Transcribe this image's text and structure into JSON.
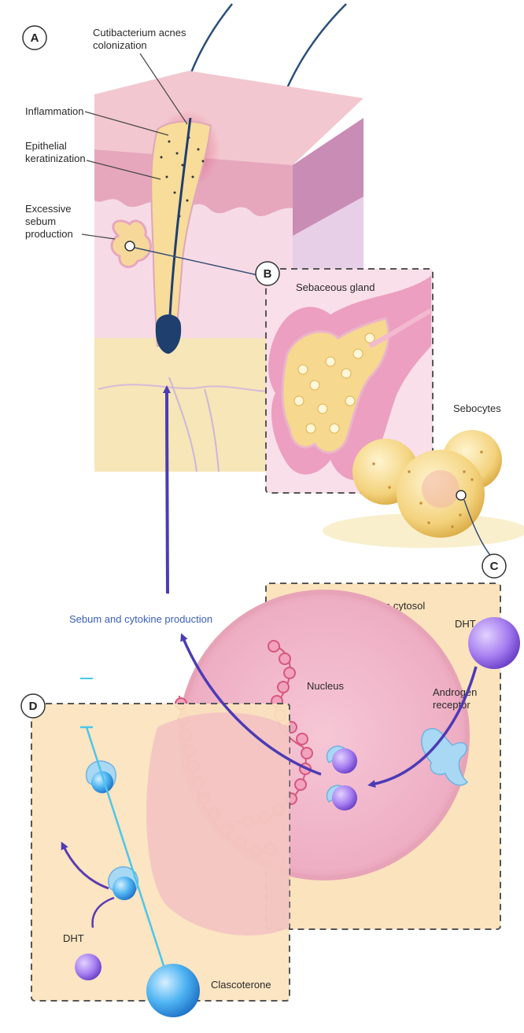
{
  "panels": {
    "a": {
      "letter": "A"
    },
    "b": {
      "letter": "B"
    },
    "c": {
      "letter": "C"
    },
    "d": {
      "letter": "D"
    }
  },
  "skin_labels": {
    "cutibacterium_line1": "Cutibacterium acnes",
    "cutibacterium_line2": "colonization",
    "inflammation": "Inflammation",
    "epithelial_line1": "Epithelial",
    "epithelial_line2": "keratinization",
    "sebum_line1": "Excessive",
    "sebum_line2": "sebum",
    "sebum_line3": "production"
  },
  "gland_labels": {
    "sebaceous_gland": "Sebaceous gland",
    "sebocytes": "Sebocytes"
  },
  "cytosol_labels": {
    "sebocyte_cytosol": "Sebocyte cytosol",
    "dht": "DHT",
    "nucleus": "Nucleus",
    "androgen_line1": "Androgen",
    "androgen_line2": "receptor"
  },
  "pathway_labels": {
    "sebum_cytokine": "Sebum and cytokine production"
  },
  "inhibitor_labels": {
    "dht": "DHT",
    "clascoterone": "Clascoterone"
  },
  "colors": {
    "skin_top": "#f3c7cf",
    "dermis": "#f6dbe6",
    "fat": "#f6e6b8",
    "cytosol": "#fbe3bd",
    "nucleus": "#f1b4c8",
    "arrow_purple": "#4b3bb5",
    "dht_purple": "#9b6ee6",
    "clascoterone_blue": "#3da0e8"
  }
}
